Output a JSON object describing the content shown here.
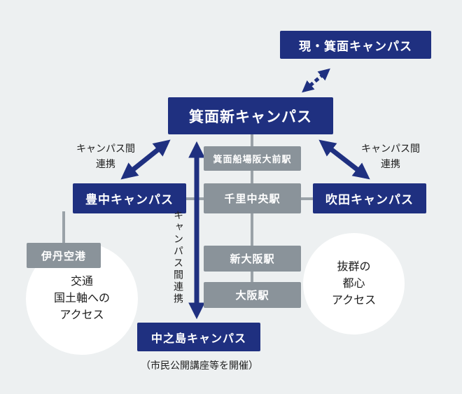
{
  "colors": {
    "campus_blue": "#1f3080",
    "station_gray": "#8a939a",
    "connector_gray": "#9aa2a8",
    "background": "#edf0f1"
  },
  "nodes": {
    "current_minoh_campus": "現・箕面キャンパス",
    "new_minoh_campus": "箕面新キャンパス",
    "toyonaka_campus": "豊中キャンパス",
    "suita_campus": "吹田キャンパス",
    "nakanoshima_campus": "中之島キャンパス"
  },
  "stations": {
    "minoh_semba_handai_mae": "箕面船場阪大前駅",
    "senri_chuo": "千里中央駅",
    "shin_osaka": "新大阪駅",
    "osaka": "大阪駅",
    "itami_airport": "伊丹空港"
  },
  "labels": {
    "campus_link_left_line1": "キャンパス間",
    "campus_link_left_line2": "連携",
    "campus_link_right_line1": "キャンパス間",
    "campus_link_right_line2": "連携",
    "campus_link_vertical": "キャンパス間連携",
    "nakanoshima_caption": "（市民公開講座等を開催）"
  },
  "callouts": {
    "transport_access_line1": "交通",
    "transport_access_line2": "国土軸への",
    "transport_access_line3": "アクセス",
    "city_access_line1": "抜群の",
    "city_access_line2": "都心",
    "city_access_line3": "アクセス"
  }
}
